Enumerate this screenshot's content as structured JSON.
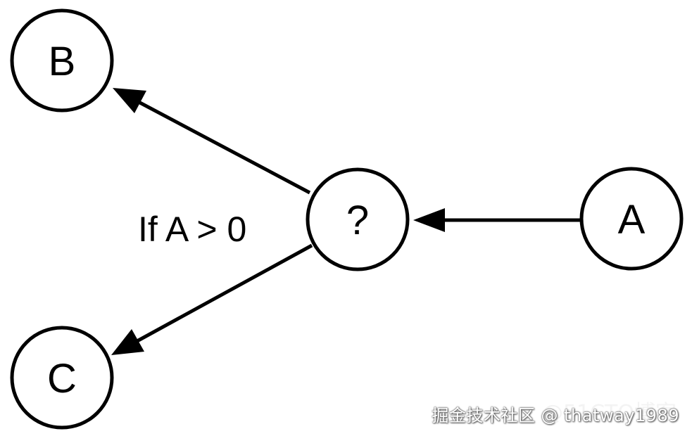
{
  "nodes": {
    "a": {
      "label": "A"
    },
    "b": {
      "label": "B"
    },
    "c": {
      "label": "C"
    },
    "decision": {
      "label": "?"
    }
  },
  "condition_label": "If A > 0",
  "watermark": "掘金技术社区 @ thatway1989",
  "watermark_ghost": "@51CTO博客",
  "colors": {
    "stroke": "#000000",
    "background": "#ffffff",
    "text": "#000000"
  }
}
